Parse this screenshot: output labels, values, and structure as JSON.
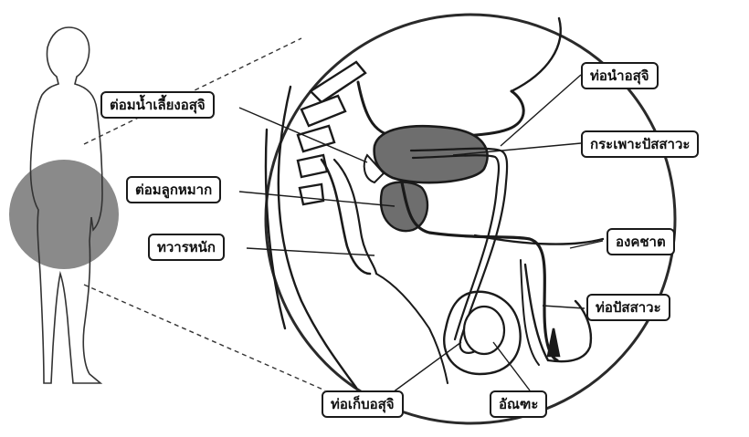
{
  "labels": {
    "seminal_vesicle": "ต่อมน้ำเลี้ยงอสุจิ",
    "vas_deferens": "ท่อนำอสุจิ",
    "bladder": "กระเพาะปัสสาวะ",
    "prostate": "ต่อมลูกหมาก",
    "anus": "ทวารหนัก",
    "penis": "องคชาต",
    "urethra": "ท่อปัสสาวะ",
    "epididymis": "ท่อเก็บอสุจิ",
    "testis": "อัณฑะ"
  },
  "colors": {
    "line": "#1a1a1a",
    "shade_dark": "#6e6e6e",
    "shade_light": "#bdbdbd",
    "silhouette_zone": "#8a8a8a",
    "background": "#ffffff"
  }
}
